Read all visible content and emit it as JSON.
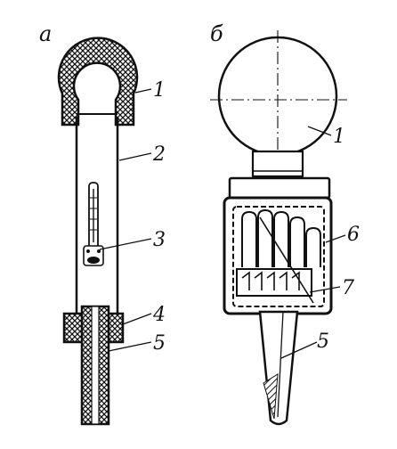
{
  "panels": {
    "left": {
      "letter": "а",
      "callouts": {
        "c1": "1",
        "c2": "2",
        "c3": "3",
        "c4": "4",
        "c5": "5"
      }
    },
    "right": {
      "letter": "б",
      "callouts": {
        "c1": "1",
        "c6": "6",
        "c7": "7",
        "c5": "5"
      }
    }
  },
  "colors": {
    "ink": "#111111",
    "paper": "#ffffff"
  }
}
